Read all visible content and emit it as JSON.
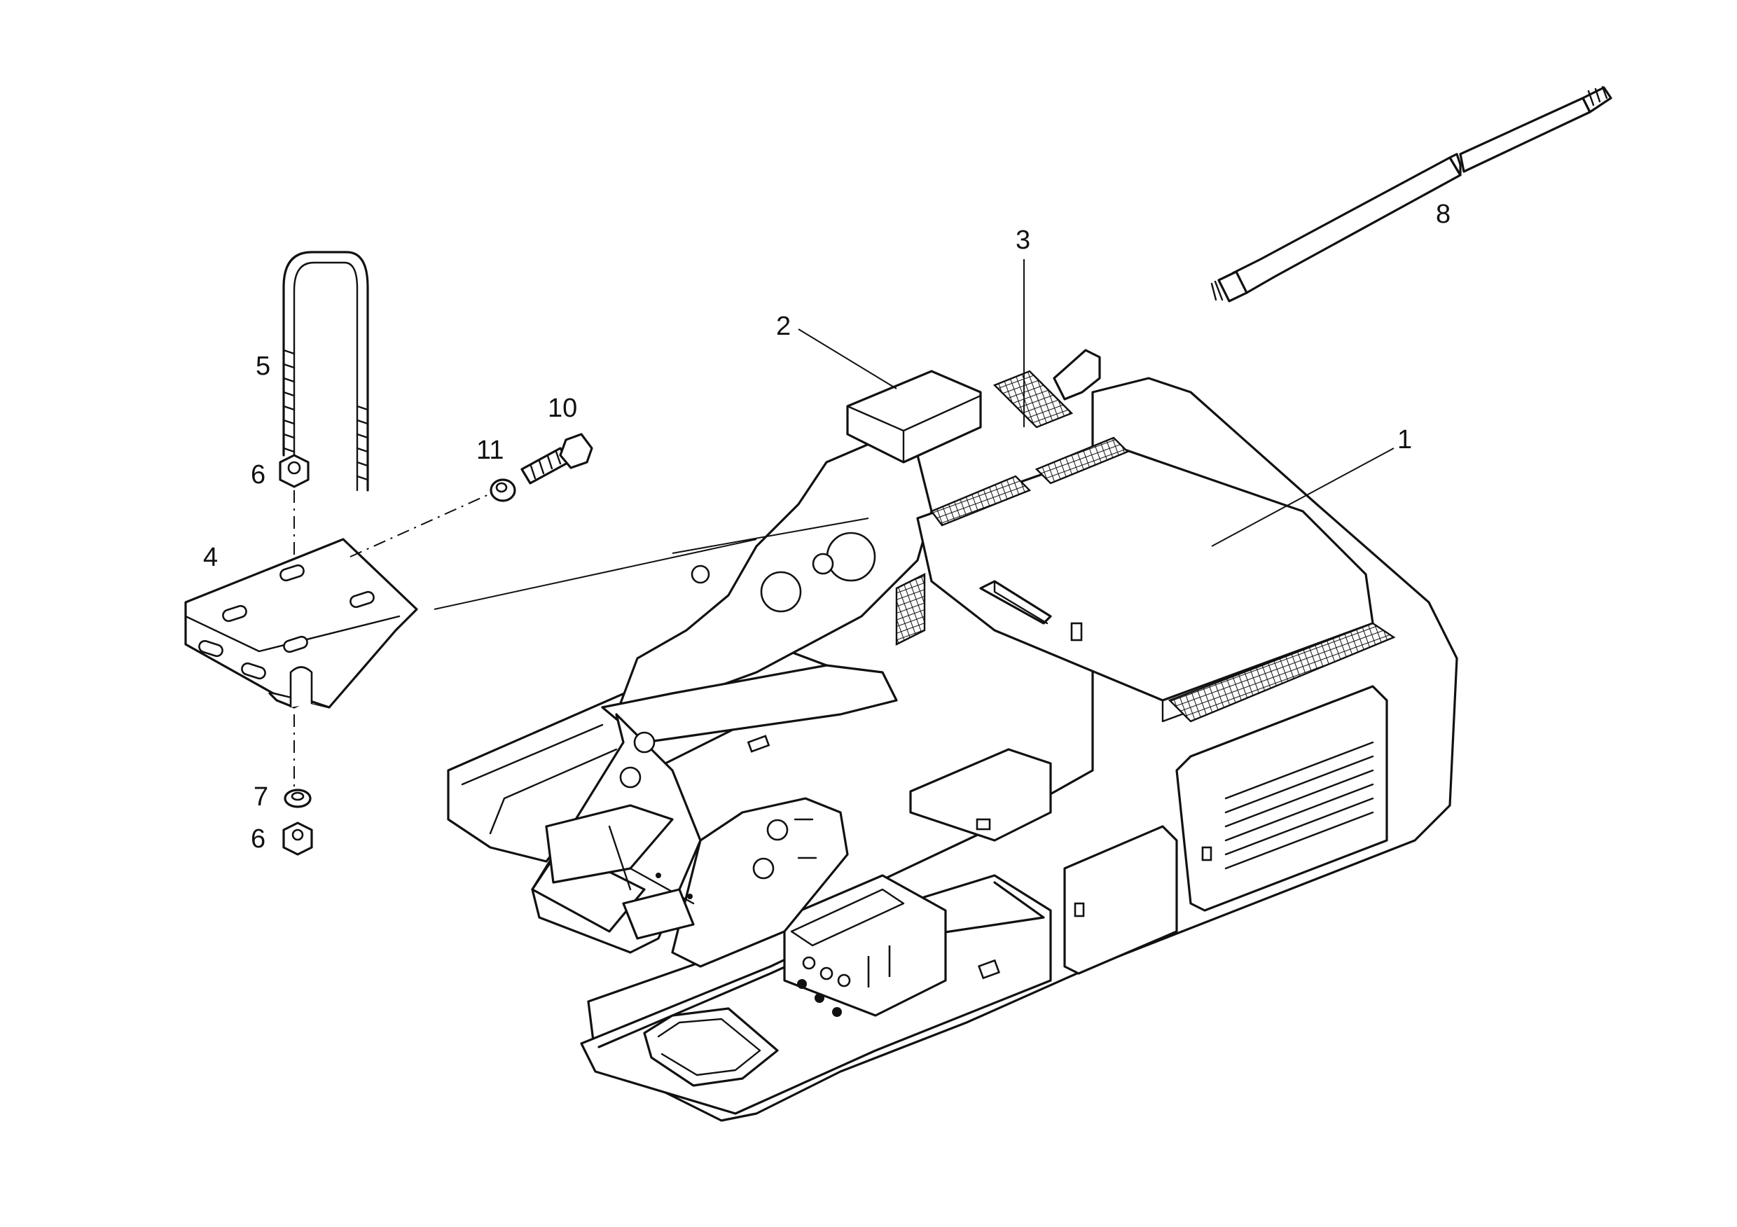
{
  "diagram": {
    "callouts": [
      {
        "id": "c1",
        "text": "1"
      },
      {
        "id": "c2",
        "text": "2"
      },
      {
        "id": "c3",
        "text": "3"
      },
      {
        "id": "c4",
        "text": "4"
      },
      {
        "id": "c5",
        "text": "5"
      },
      {
        "id": "c6a",
        "text": "6"
      },
      {
        "id": "c6b",
        "text": "6"
      },
      {
        "id": "c7",
        "text": "7"
      },
      {
        "id": "c8",
        "text": "8"
      },
      {
        "id": "c10",
        "text": "10"
      },
      {
        "id": "c11",
        "text": "11"
      }
    ]
  }
}
